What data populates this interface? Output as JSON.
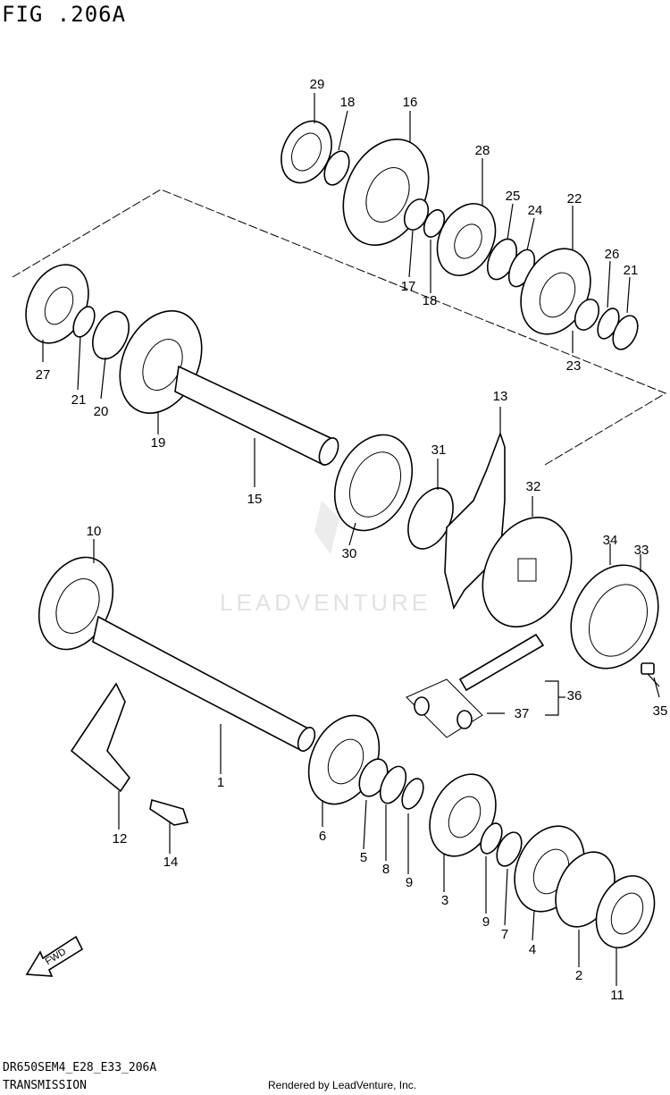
{
  "figure_title": "FIG .206A",
  "footer": {
    "model_code": "DR650SEM4_E28_E33_206A",
    "section": "TRANSMISSION",
    "rendered_by": "Rendered by LeadVenture, Inc."
  },
  "watermark": "LEADVENTURE",
  "part_labels": [
    "1",
    "2",
    "3",
    "4",
    "5",
    "6",
    "7",
    "8",
    "9",
    "9",
    "10",
    "11",
    "12",
    "13",
    "14",
    "15",
    "16",
    "17",
    "18",
    "18",
    "19",
    "20",
    "21",
    "21",
    "22",
    "23",
    "24",
    "25",
    "26",
    "27",
    "28",
    "29",
    "30",
    "31",
    "32",
    "33",
    "34",
    "35",
    "36",
    "37"
  ]
}
